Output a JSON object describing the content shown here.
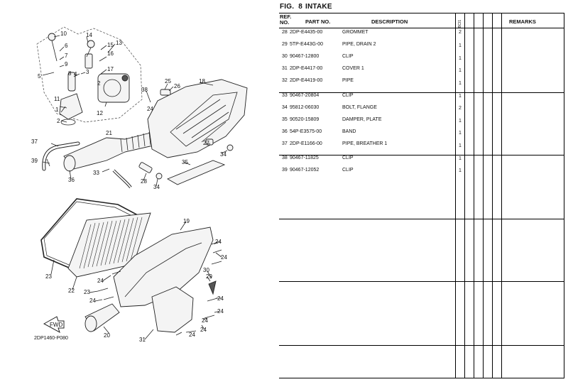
{
  "figure": {
    "label": "FIG.",
    "number": "8",
    "name": "INTAKE"
  },
  "diagram_code": "2DP1460-P080",
  "fwd_label": "FWD",
  "callouts": [
    "10",
    "14",
    "13",
    "6",
    "15",
    "7",
    "16",
    "9",
    "8",
    "5",
    "17",
    "3",
    "4",
    "2",
    "11",
    "12",
    "1",
    "2",
    "25",
    "18",
    "26",
    "38",
    "24",
    "21",
    "37",
    "39",
    "36",
    "33",
    "28",
    "34",
    "27",
    "34",
    "35",
    "23",
    "19",
    "24",
    "24",
    "22",
    "30",
    "29",
    "24",
    "23",
    "24",
    "24",
    "20",
    "24",
    "31",
    "24",
    "24",
    "24"
  ],
  "table": {
    "headers": {
      "ref": "REF.\nNO.",
      "part": "PART NO.",
      "desc": "DESCRIPTION",
      "remarks": "REMARKS",
      "model_col": "BCI1"
    },
    "rows": [
      {
        "ref": "28",
        "part": "2DP-E4435-00",
        "desc": "GROMMET",
        "qty": "2"
      },
      {
        "ref": "29",
        "part": "5TP-E443G-00",
        "desc": "PIPE, DRAIN 2",
        "qty": "1"
      },
      {
        "ref": "30",
        "part": "90467-12800",
        "desc": "CLIP",
        "qty": "1"
      },
      {
        "ref": "31",
        "part": "2DP-E4417-00",
        "desc": "COVER 1",
        "qty": "1"
      },
      {
        "ref": "32",
        "part": "2DP-E4419-00",
        "desc": "PIPE",
        "qty": "1"
      },
      {
        "ref": "33",
        "part": "90467-20804",
        "desc": "CLIP",
        "qty": "1"
      },
      {
        "ref": "34",
        "part": "95812-06030",
        "desc": "BOLT, FLANGE",
        "qty": "2"
      },
      {
        "ref": "35",
        "part": "90520-15809",
        "desc": "DAMPER, PLATE",
        "qty": "1"
      },
      {
        "ref": "36",
        "part": "54P-E3575-00",
        "desc": "BAND",
        "qty": "1"
      },
      {
        "ref": "37",
        "part": "2DP-E1166-00",
        "desc": "PIPE, BREATHER 1",
        "qty": "1"
      },
      {
        "ref": "38",
        "part": "90467-11825",
        "desc": "CLIP",
        "qty": "1"
      },
      {
        "ref": "39",
        "part": "90467-12052",
        "desc": "CLIP",
        "qty": "1"
      }
    ]
  }
}
